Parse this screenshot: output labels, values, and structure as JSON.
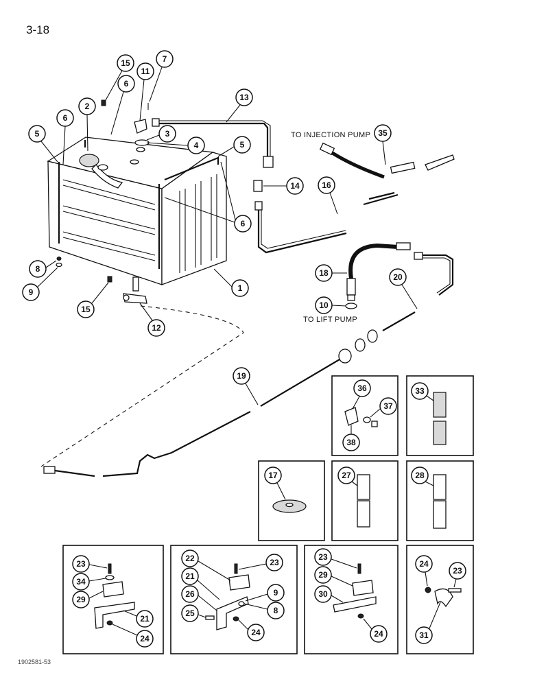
{
  "page": {
    "number": "3-18",
    "doc_code": "1902581-53"
  },
  "captions": {
    "injection_pump": "TO INJECTION PUMP",
    "lift_pump": "TO LIFT PUMP"
  },
  "callouts": {
    "c1": "1",
    "c2": "2",
    "c3": "3",
    "c4": "4",
    "c5a": "5",
    "c5b": "5",
    "c6a": "6",
    "c6b": "6",
    "c6c": "6",
    "c7": "7",
    "c8a": "8",
    "c8b": "8",
    "c9a": "9",
    "c9b": "9",
    "c10": "10",
    "c11": "11",
    "c12": "12",
    "c13": "13",
    "c14": "14",
    "c15a": "15",
    "c15b": "15",
    "c16": "16",
    "c17": "17",
    "c18": "18",
    "c19": "19",
    "c20": "20",
    "c21a": "21",
    "c21b": "21",
    "c22": "22",
    "c23a": "23",
    "c23b": "23",
    "c23c": "23",
    "c23d": "23",
    "c24a": "24",
    "c24b": "24",
    "c24c": "24",
    "c24d": "24",
    "c25": "25",
    "c26": "26",
    "c27": "27",
    "c28": "28",
    "c29a": "29",
    "c29b": "29",
    "c30": "30",
    "c31": "31",
    "c33": "33",
    "c34": "34",
    "c35": "35",
    "c36": "36",
    "c37": "37",
    "c38": "38"
  }
}
